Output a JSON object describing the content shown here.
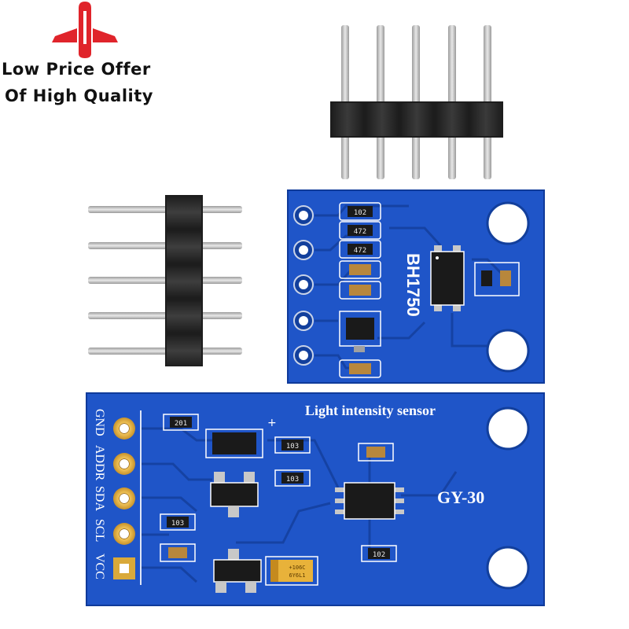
{
  "badge": {
    "line1": "Low Price Offer",
    "line2": "Of High Quality",
    "icon": "rocket-logo-icon"
  },
  "module_top": {
    "chip_label": "BH1750",
    "resistor_codes": [
      "102",
      "472",
      "472"
    ]
  },
  "module_bottom": {
    "title": "Light intensity sensor",
    "model": "GY-30",
    "pins": [
      "GND",
      "ADDR",
      "SDA",
      "SCL",
      "VCC"
    ],
    "resistor_codes": [
      "201",
      "103",
      "103",
      "103",
      "102"
    ],
    "capacitor_code": "+106C\n6Y6L1"
  },
  "colors": {
    "pcb_blue": "#1f55c8",
    "pcb_dark": "#123f9c",
    "header_black": "#2b2b2b",
    "pin_silver": "#c8c8c8",
    "gold_pad": "#d9a93a",
    "logo_red": "#e0242b"
  }
}
